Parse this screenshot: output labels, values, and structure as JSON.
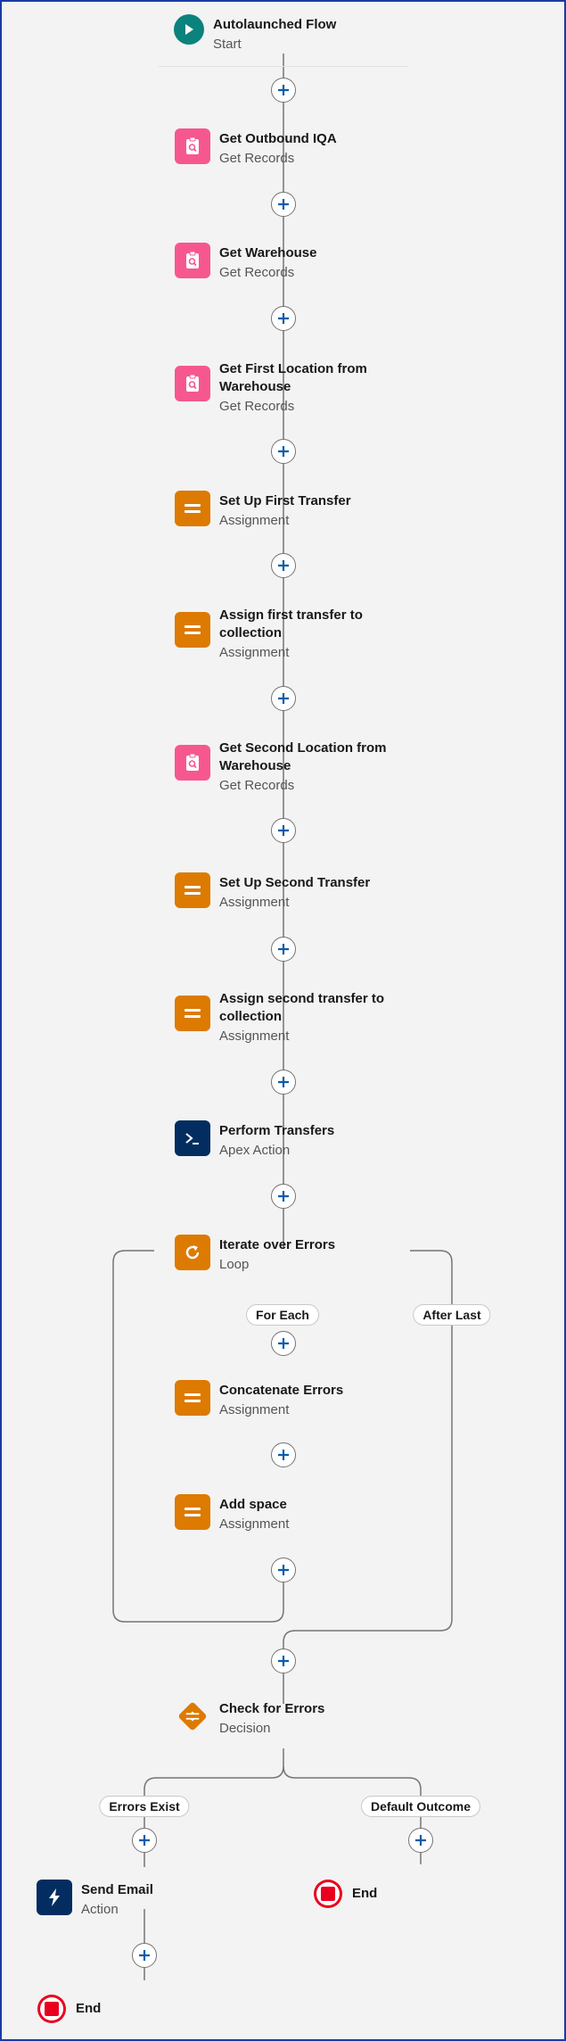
{
  "colors": {
    "start": "#0b827c",
    "get_records": "#f6578f",
    "assignment": "#dd7a01",
    "apex": "#032d60",
    "loop": "#dd7a01",
    "decision": "#dd7a01",
    "action": "#032d60",
    "end": "#ea001e",
    "plus": "#0b5cab"
  },
  "nodes": {
    "start": {
      "title": "Autolaunched Flow",
      "type": "Start",
      "icon": "play-icon"
    },
    "get_outbound": {
      "title": "Get Outbound IQA",
      "type": "Get Records",
      "icon": "records-search-icon"
    },
    "get_warehouse": {
      "title": "Get Warehouse",
      "type": "Get Records",
      "icon": "records-search-icon"
    },
    "get_first_location": {
      "title": "Get First Location from Warehouse",
      "type": "Get Records",
      "icon": "records-search-icon"
    },
    "setup_first": {
      "title": "Set Up First Transfer",
      "type": "Assignment",
      "icon": "assignment-icon"
    },
    "assign_first": {
      "title": "Assign first transfer to collection",
      "type": "Assignment",
      "icon": "assignment-icon"
    },
    "get_second_location": {
      "title": "Get Second Location from Warehouse",
      "type": "Get Records",
      "icon": "records-search-icon"
    },
    "setup_second": {
      "title": "Set Up Second Transfer",
      "type": "Assignment",
      "icon": "assignment-icon"
    },
    "assign_second": {
      "title": "Assign second transfer to collection",
      "type": "Assignment",
      "icon": "assignment-icon"
    },
    "perform_transfers": {
      "title": "Perform Transfers",
      "type": "Apex Action",
      "icon": "apex-icon"
    },
    "iterate": {
      "title": "Iterate over Errors",
      "type": "Loop",
      "icon": "loop-icon"
    },
    "concatenate": {
      "title": "Concatenate Errors",
      "type": "Assignment",
      "icon": "assignment-icon"
    },
    "add_space": {
      "title": "Add space",
      "type": "Assignment",
      "icon": "assignment-icon"
    },
    "check_errors": {
      "title": "Check for Errors",
      "type": "Decision",
      "icon": "decision-icon"
    },
    "send_email": {
      "title": "Send Email",
      "type": "Action",
      "icon": "action-icon"
    },
    "end_right": {
      "title": "End"
    },
    "end_left": {
      "title": "End"
    }
  },
  "labels": {
    "for_each": "For Each",
    "after_last": "After Last",
    "errors_exist": "Errors Exist",
    "default_outcome": "Default Outcome"
  }
}
